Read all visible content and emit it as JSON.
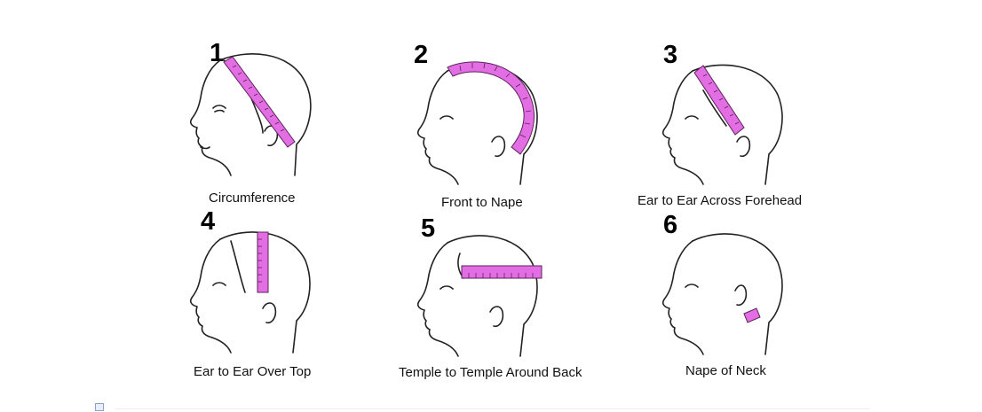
{
  "panels": [
    {
      "number": "1",
      "caption": "Circumference"
    },
    {
      "number": "2",
      "caption": "Front to Nape"
    },
    {
      "number": "3",
      "caption": "Ear to Ear Across Forehead"
    },
    {
      "number": "4",
      "caption": "Ear to Ear Over Top"
    },
    {
      "number": "5",
      "caption": "Temple to Temple Around Back"
    },
    {
      "number": "6",
      "caption": "Nape of Neck"
    }
  ],
  "colors": {
    "tape": "#e36ee3",
    "line": "#222222"
  },
  "icons": {
    "footer": "image-placeholder-icon"
  }
}
